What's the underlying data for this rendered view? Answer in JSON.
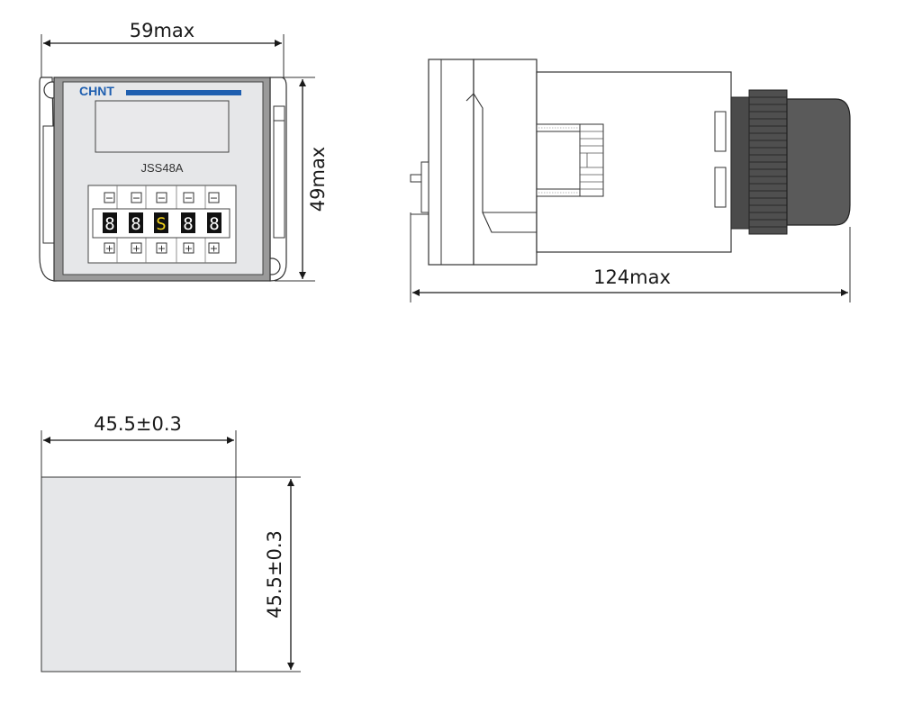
{
  "front_view": {
    "width_label": "59max",
    "height_label": "49max",
    "brand": "CHNT",
    "model": "JSS48A",
    "digits": [
      "8",
      "8",
      "S",
      "8",
      "8"
    ],
    "minus_symbol": "−",
    "plus_symbol": "+"
  },
  "side_view": {
    "length_label": "124max"
  },
  "panel_cutout": {
    "width_label": "45.5±0.3",
    "height_label": "45.5±0.3"
  },
  "colors": {
    "brand_blue": "#1f5fb0",
    "digit_bg": "#111111",
    "highlight_digit": "#f2d21b",
    "housing_gray": "#9a9a9a",
    "cutout_fill": "#e6e7e9"
  }
}
